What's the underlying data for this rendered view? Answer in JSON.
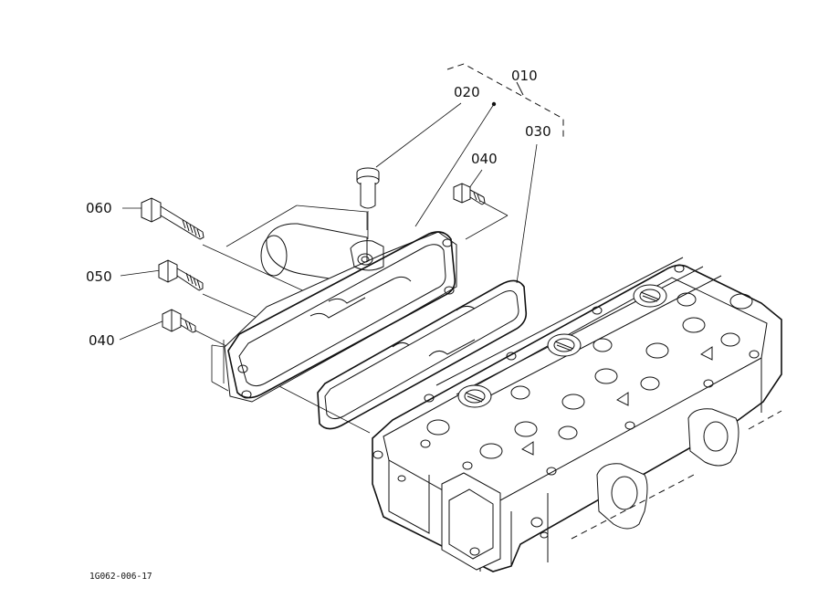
{
  "callouts": {
    "assembly": "010",
    "part_020": "020",
    "part_030": "030",
    "part_040_upper": "040",
    "part_040_lower": "040",
    "part_050": "050",
    "part_060": "060"
  },
  "figure_code": "1G062-006-17"
}
